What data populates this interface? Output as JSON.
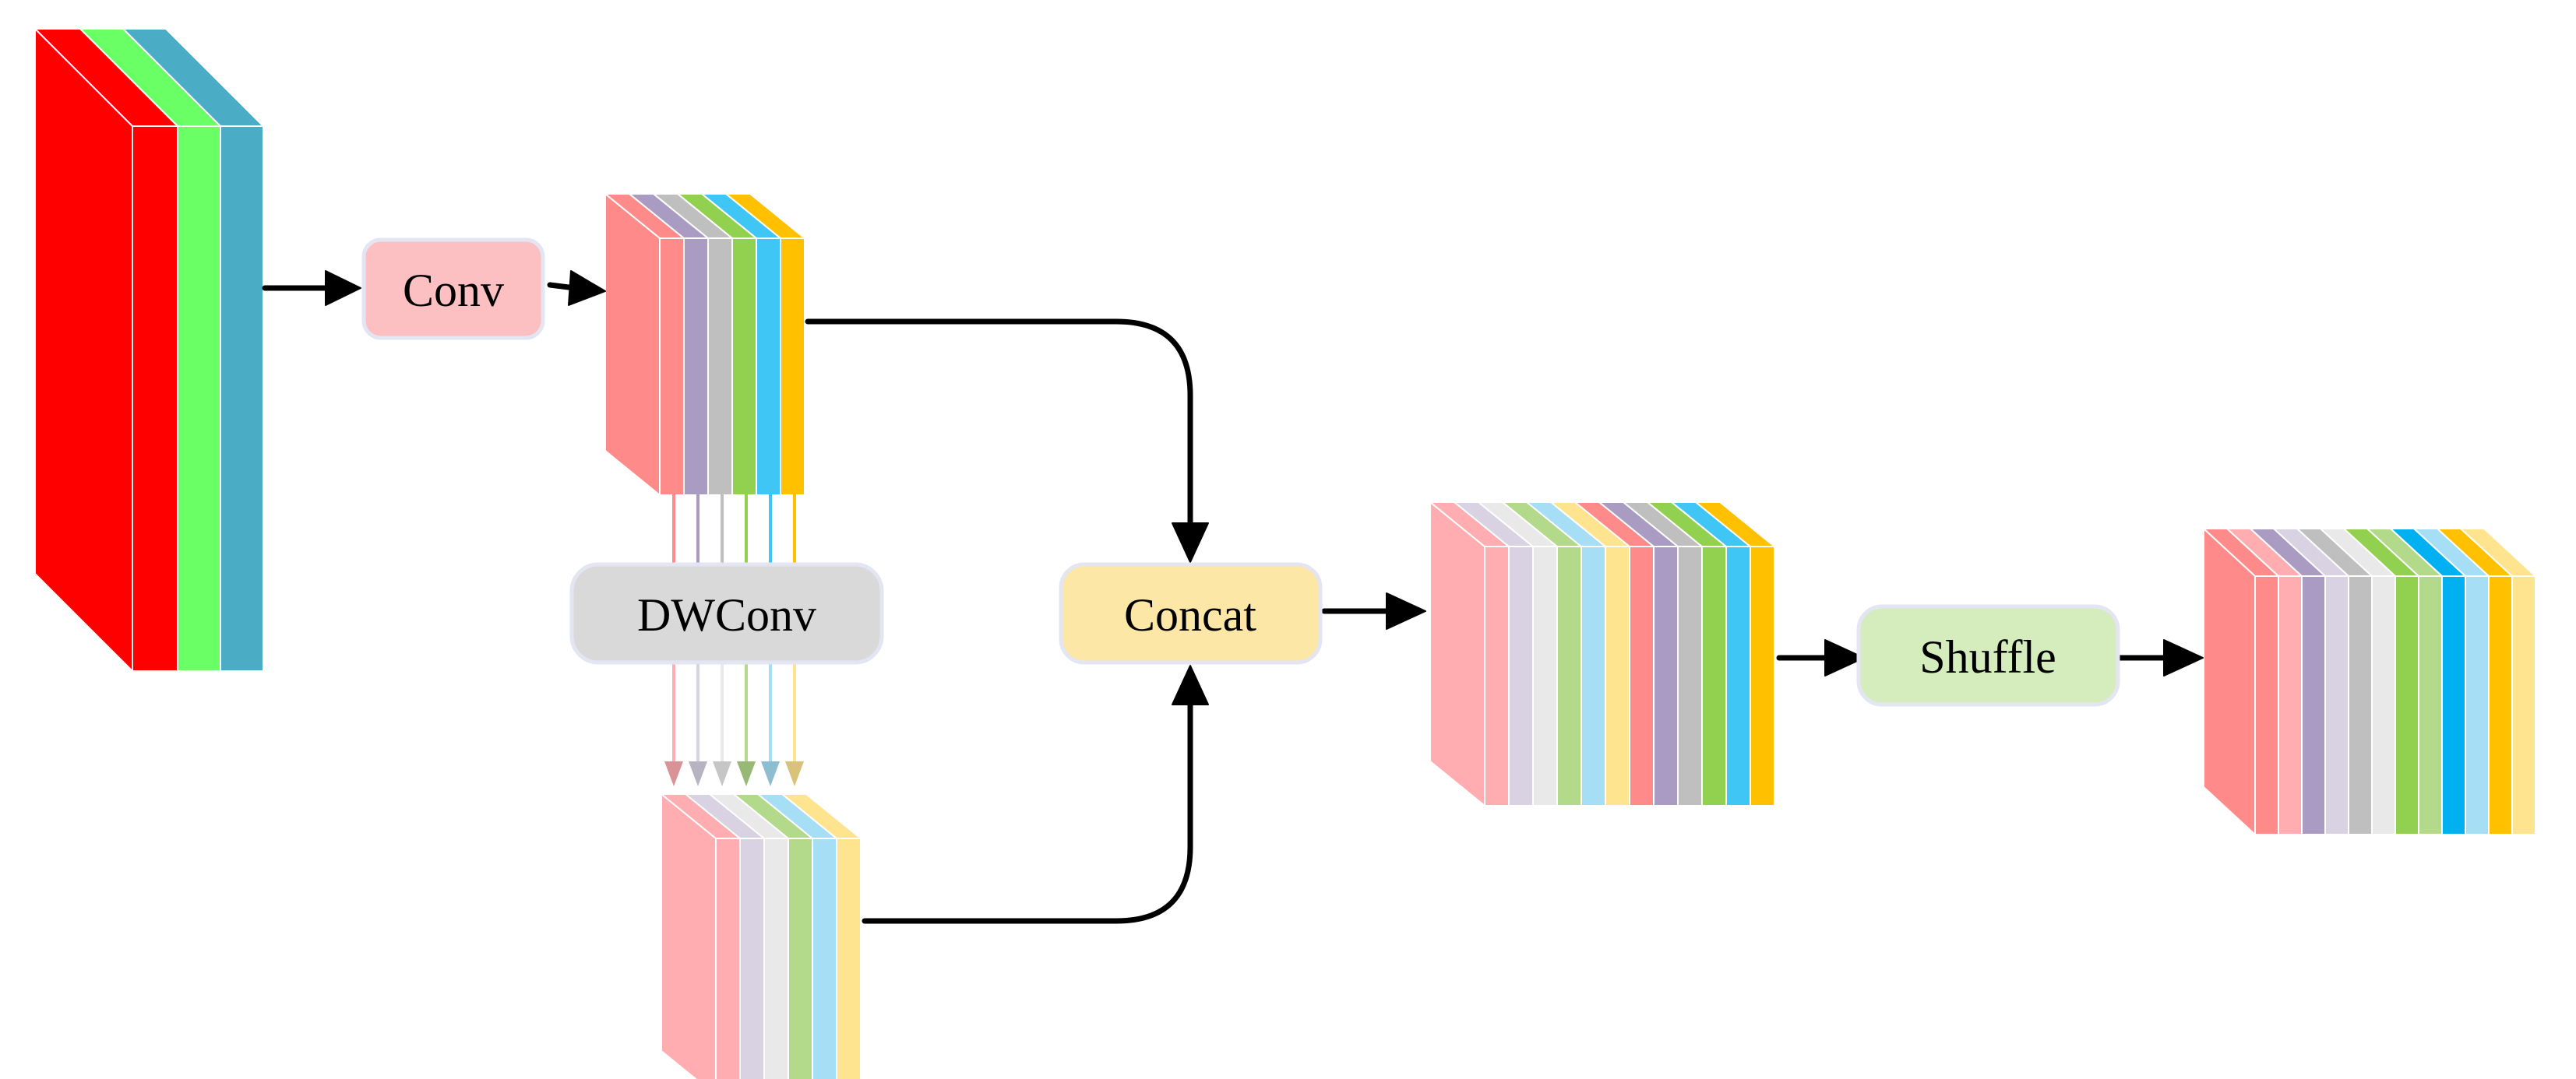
{
  "nodes": {
    "conv": {
      "label": "Conv",
      "color": "#FDC0C2"
    },
    "dwconv": {
      "label": "DWConv",
      "color": "#D9D9D9"
    },
    "concat": {
      "label": "Concat",
      "color": "#FDE7A6"
    },
    "shuffle": {
      "label": "Shuffle",
      "color": "#D5EDBD"
    }
  },
  "node_border_color": "#E3E6F2",
  "arrow_color": "#000000",
  "blocks": {
    "input": {
      "colors": [
        "#FF0000",
        "#FF0000",
        "#6BFF66",
        "#4BACC6"
      ]
    },
    "conv_out": {
      "colors": [
        "#FF8A8A",
        "#FF8A8A",
        "#A99BC2",
        "#BFBFBF",
        "#92D050",
        "#3FC6F5",
        "#FFC000"
      ]
    },
    "dw_out": {
      "colors": [
        "#FFADB0",
        "#FFADB0",
        "#D9D2E3",
        "#E9E9E9",
        "#B3D98A",
        "#A6DFF5",
        "#FFE490"
      ]
    },
    "concat_out": {
      "colors": [
        "#FFADB0",
        "#FFADB0",
        "#D9D2E3",
        "#E9E9E9",
        "#B3D98A",
        "#A6DFF5",
        "#FFE490",
        "#FF8A8A",
        "#A99BC2",
        "#BFBFBF",
        "#92D050",
        "#3FC6F5",
        "#FFC000"
      ]
    },
    "shuffle_out": {
      "colors": [
        "#FF8A8A",
        "#FF8A8A",
        "#FFADB0",
        "#A99BC2",
        "#D9D2E3",
        "#BFBFBF",
        "#E9E9E9",
        "#92D050",
        "#B3D98A",
        "#00B0F0",
        "#A6DFF5",
        "#FFC000",
        "#FFE490"
      ]
    }
  },
  "dw_lines": {
    "top_colors": [
      "#FF8A8A",
      "#A99BC2",
      "#BFBFBF",
      "#92D050",
      "#3FC6F5",
      "#FFC000"
    ],
    "bottom_colors": [
      "#FFADB0",
      "#D9D2E3",
      "#E9E9E9",
      "#B3D98A",
      "#A6DFF5",
      "#FFE490"
    ]
  }
}
